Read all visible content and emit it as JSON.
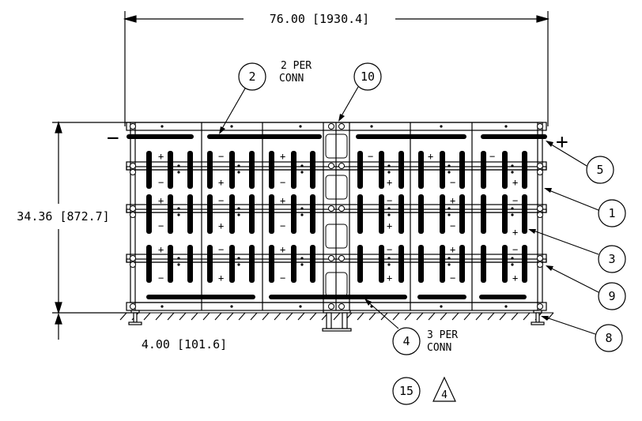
{
  "dimensions": {
    "width": "76.00 [1930.4]",
    "height": "34.36 [872.7]",
    "base": "4.00 [101.6]"
  },
  "terminals": {
    "negative": "−",
    "positive": "+"
  },
  "balloons": {
    "b1": "1",
    "b2": "2",
    "b3": "3",
    "b4": "4",
    "b5": "5",
    "b8": "8",
    "b9": "9",
    "b10": "10",
    "b15": "15"
  },
  "notes": {
    "two_per_line1": "2 PER",
    "two_per_line2": "CONN",
    "three_per_line1": "3 PER",
    "three_per_line2": "CONN",
    "revision_flag": "4"
  },
  "cell_polarity": {
    "top_mark": [
      "+",
      "−",
      "+",
      "−",
      "+",
      "−"
    ],
    "bottom_mark": [
      "−",
      "+",
      "−",
      "+",
      "−",
      "+"
    ]
  }
}
